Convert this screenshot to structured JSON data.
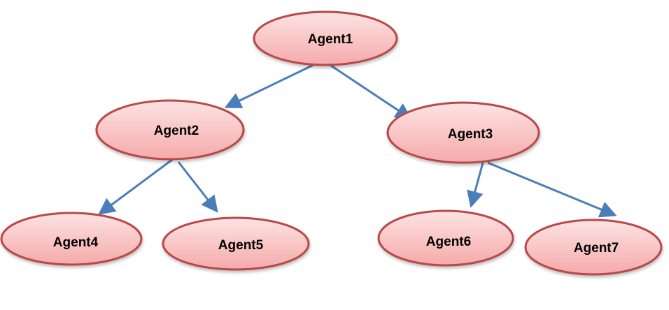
{
  "nodes": {
    "agent1": "Agent1",
    "agent2": "Agent2",
    "agent3": "Agent3",
    "agent4": "Agent4",
    "agent5": "Agent5",
    "agent6": "Agent6",
    "agent7": "Agent7"
  },
  "edges": [
    {
      "from": "Agent1",
      "to": "Agent2"
    },
    {
      "from": "Agent1",
      "to": "Agent3"
    },
    {
      "from": "Agent2",
      "to": "Agent4"
    },
    {
      "from": "Agent2",
      "to": "Agent5"
    },
    {
      "from": "Agent3",
      "to": "Agent6"
    },
    {
      "from": "Agent3",
      "to": "Agent7"
    }
  ],
  "colors": {
    "node_fill": "#f8c4c4",
    "node_stroke": "#b94a4a",
    "edge": "#4a7ebb"
  }
}
